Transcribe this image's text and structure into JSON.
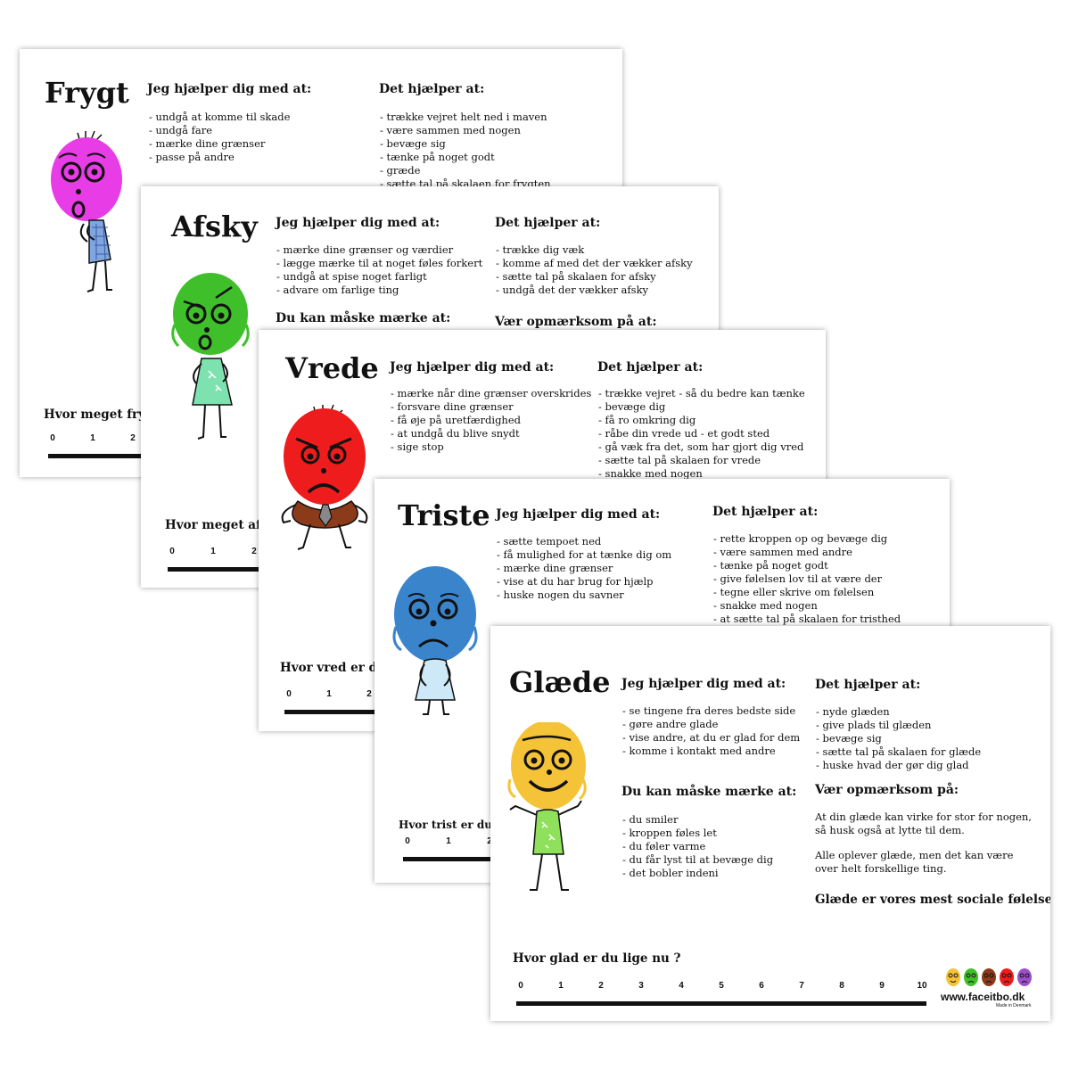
{
  "cards": {
    "frygt": {
      "title": "Frygt",
      "help_heading": "Jeg hjælper dig med at:",
      "help_items": [
        "undgå at komme til skade",
        "undgå fare",
        "mærke dine grænser",
        "passe på andre"
      ],
      "helps_heading": "Det hjælper at:",
      "helps_items": [
        "trække vejret helt ned i maven",
        "være sammen med nogen",
        "bevæge sig",
        "tænke på noget godt",
        "græde",
        "sætte tal på skalaen for frygten"
      ],
      "question": "Hvor meget fry",
      "scale": [
        "0",
        "1",
        "2"
      ],
      "face_color": "#e83ce6"
    },
    "afsky": {
      "title": "Afsky",
      "help_heading": "Jeg hjælper dig med at:",
      "help_items": [
        "mærke dine grænser og værdier",
        "lægge mærke til at noget føles forkert",
        "undgå at spise noget farligt",
        "advare om farlige ting"
      ],
      "notice_heading": "Du kan måske mærke at:",
      "helps_heading": "Det hjælper at:",
      "helps_items": [
        "trække dig væk",
        "komme af med det der vækker afsky",
        "sætte tal på skalaen for afsky",
        "undgå det der vækker afsky"
      ],
      "aware_heading": "Vær opmærksom på at:",
      "question": "Hvor meget afs",
      "scale": [
        "0",
        "1",
        "2"
      ],
      "face_color": "#3fbf2a"
    },
    "vrede": {
      "title": "Vrede",
      "help_heading": "Jeg hjælper dig med at:",
      "help_items": [
        "mærke når dine grænser overskrides",
        "forsvare dine grænser",
        "få øje på uretfærdighed",
        "at undgå du blive snydt",
        "sige stop"
      ],
      "helps_heading": "Det hjælper at:",
      "helps_items": [
        "trække vejret - så du bedre kan tænke",
        "bevæge dig",
        "få ro omkring dig",
        "råbe din vrede ud - et godt sted",
        "gå væk fra det, som har gjort dig vred",
        "sætte tal på skalaen for vrede",
        "snakke med nogen"
      ],
      "question": "Hvor vred er du",
      "scale": [
        "0",
        "1",
        "2"
      ],
      "face_color": "#ee1c1c"
    },
    "triste": {
      "title": "Triste",
      "help_heading": "Jeg hjælper dig med at:",
      "help_items": [
        "sætte tempoet ned",
        "få mulighed for at tænke dig om",
        "mærke dine grænser",
        "vise at du har brug for hjælp",
        "huske nogen du savner"
      ],
      "helps_heading": "Det hjælper at:",
      "helps_items": [
        "rette kroppen op og bevæge dig",
        "være sammen med andre",
        "tænke på noget godt",
        "give følelsen lov til at være der",
        "tegne eller skrive om følelsen",
        "snakke med nogen",
        "at sætte tal på skalaen for tristhed"
      ],
      "question": "Hvor trist er du lig",
      "scale": [
        "0",
        "1",
        "2"
      ],
      "face_color": "#3a84cc"
    },
    "glaede": {
      "title": "Glæde",
      "help_heading": "Jeg hjælper dig med at:",
      "help_items": [
        "se tingene fra deres bedste side",
        "gøre andre glade",
        "vise andre, at du er glad for dem",
        "komme i kontakt med andre"
      ],
      "notice_heading": "Du kan måske mærke at:",
      "notice_items": [
        "du smiler",
        "kroppen føles let",
        "du føler varme",
        "du får lyst til at bevæge dig",
        "det bobler indeni"
      ],
      "helps_heading": "Det hjælper at:",
      "helps_items": [
        "nyde glæden",
        "give plads til glæden",
        "bevæge sig",
        "sætte tal på skalaen for glæde",
        "huske hvad der gør dig glad"
      ],
      "aware_heading": "Vær opmærksom på:",
      "aware_text_1": "At din glæde kan virke for stor for nogen, så husk også at lytte til dem.",
      "aware_text_2": "Alle oplever glæde, men det kan være over helt forskellige ting.",
      "closing": "Glæde er vores mest sociale følelse.",
      "question": "Hvor glad er du lige nu ?",
      "scale": [
        "0",
        "1",
        "2",
        "3",
        "4",
        "5",
        "6",
        "7",
        "8",
        "9",
        "10"
      ],
      "face_color": "#f5c338",
      "brand_url": "www.faceitbo.dk",
      "brand_sub": "Made in Denmark",
      "brand_face_colors": [
        "#f5c338",
        "#3fbf2a",
        "#8b3a1a",
        "#ee1c1c",
        "#9b4fc9"
      ]
    }
  }
}
